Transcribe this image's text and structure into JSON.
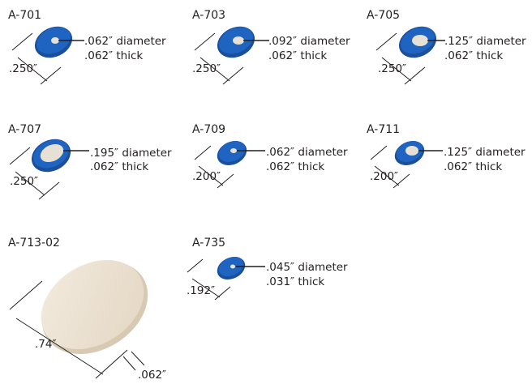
{
  "parts": [
    {
      "code": "A-701",
      "diameter": ".062″ diameter",
      "thickness": ".062″ thick",
      "width_label": ".250″",
      "core_color": "#e6e1d4",
      "body_color": "#1f5fb0"
    },
    {
      "code": "A-703",
      "diameter": ".092″ diameter",
      "thickness": ".062″ thick",
      "width_label": ".250″",
      "core_color": "#e6e1d4",
      "body_color": "#1f5fb0"
    },
    {
      "code": "A-705",
      "diameter": ".125″ diameter",
      "thickness": ".062″ thick",
      "width_label": ".250″",
      "core_color": "#e6e1d4",
      "body_color": "#1f5fb0"
    },
    {
      "code": "A-707",
      "diameter": ".195″ diameter",
      "thickness": ".062″ thick",
      "width_label": ".250″",
      "core_color": "#e6e1d4",
      "body_color": "#1f5fb0"
    },
    {
      "code": "A-709",
      "diameter": ".062″ diameter",
      "thickness": ".062″ thick",
      "width_label": ".200″",
      "core_color": "#e6e1d4",
      "body_color": "#1f5fb0"
    },
    {
      "code": "A-711",
      "diameter": ".125″ diameter",
      "thickness": ".062″ thick",
      "width_label": ".200″",
      "core_color": "#e6e1d4",
      "body_color": "#1f5fb0"
    },
    {
      "code": "A-713-02",
      "width_label": ".74″",
      "thickness_label": ".062″",
      "core_color": "#ece2d2"
    },
    {
      "code": "A-735",
      "diameter": ".045″ diameter",
      "thickness": ".031″ thick",
      "width_label": ".192″",
      "core_color": "#e6e1d4",
      "body_color": "#1f5fb0"
    }
  ]
}
